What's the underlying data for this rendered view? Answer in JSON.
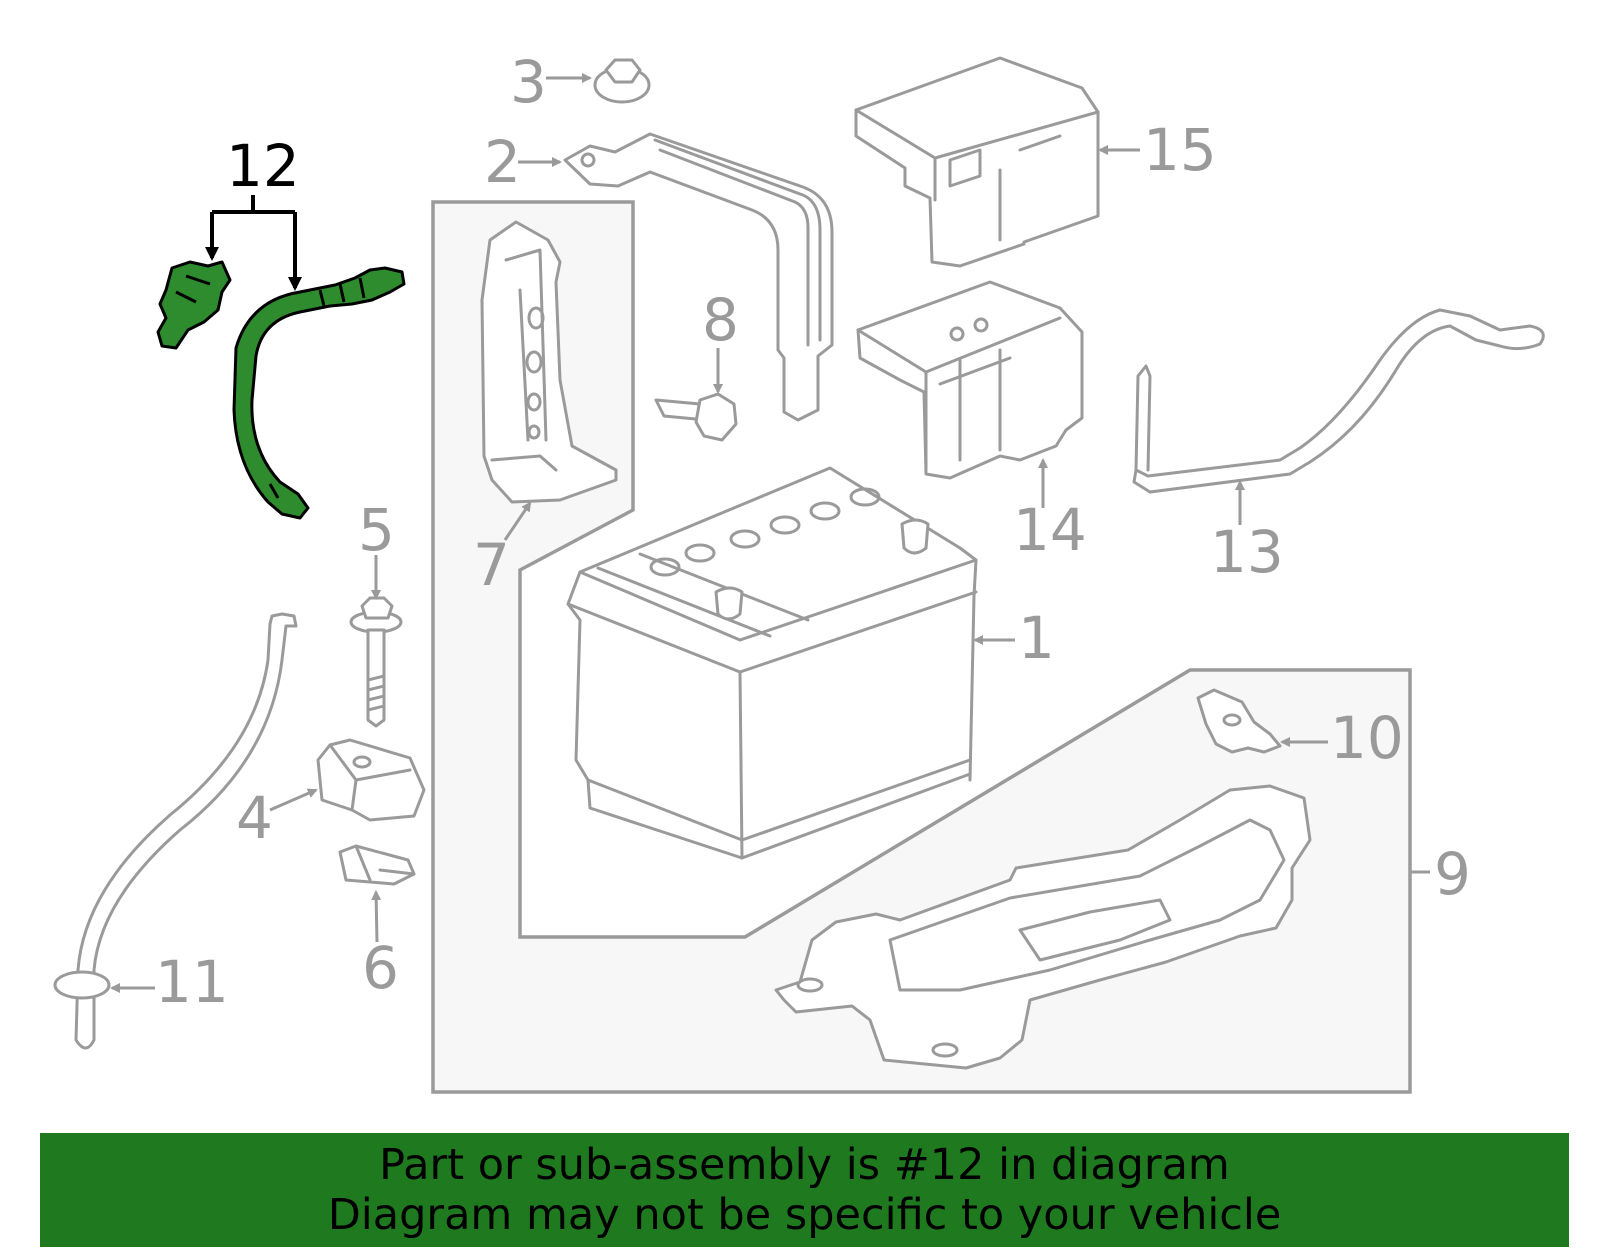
{
  "banner": {
    "line1": "Part or sub-assembly is #12 in diagram",
    "line2": "Diagram may not be specific to your vehicle",
    "color": "#1f7a1f"
  },
  "highlight_color": "#2e8b2e",
  "callouts": {
    "c1": "1",
    "c2": "2",
    "c3": "3",
    "c4": "4",
    "c5": "5",
    "c6": "6",
    "c7": "7",
    "c8": "8",
    "c9": "9",
    "c10": "10",
    "c11": "11",
    "c12": "12",
    "c13": "13",
    "c14": "14",
    "c15": "15"
  },
  "highlighted_part": "12"
}
